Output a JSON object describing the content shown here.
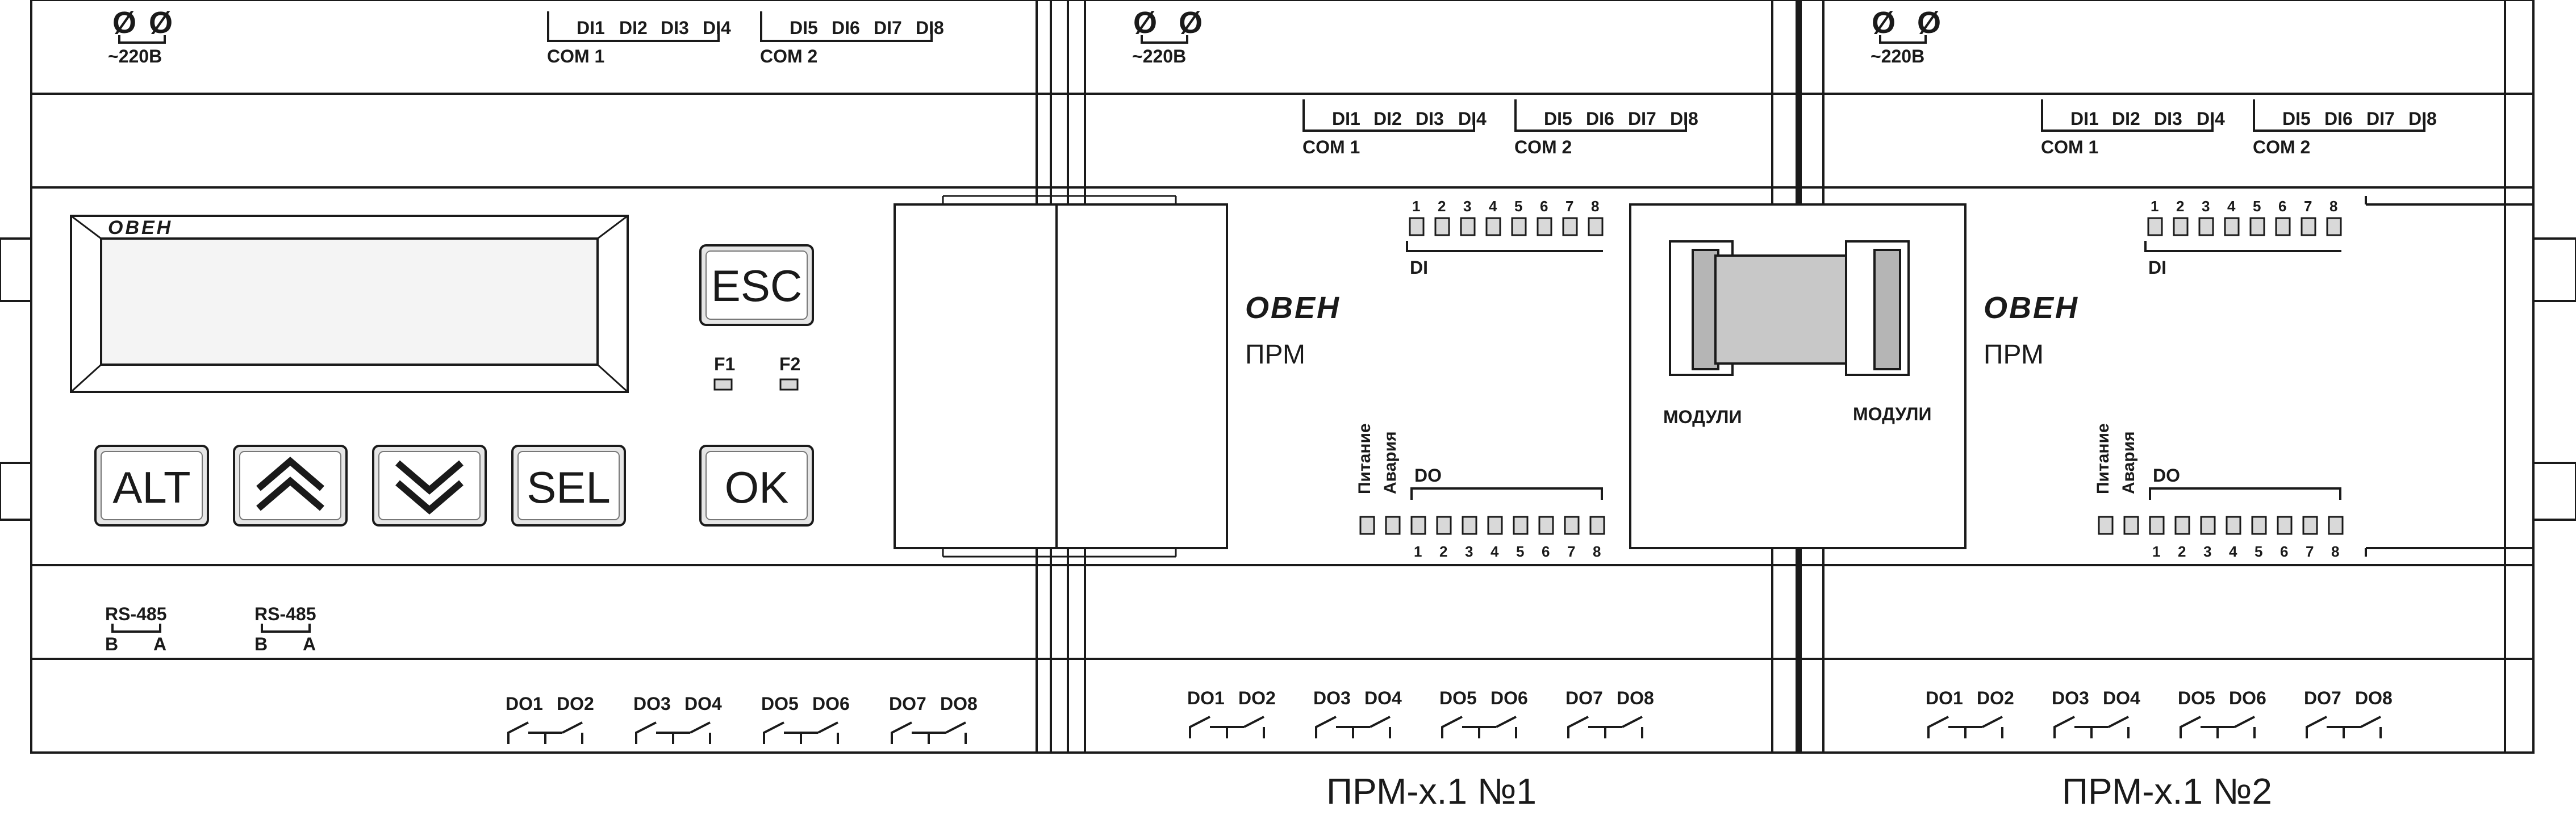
{
  "terminals": {
    "power_label": "~220В",
    "power_symbol": "Ø",
    "com1": "COM 1",
    "com2": "COM 2",
    "di_group1": [
      "DI1",
      "DI2",
      "DI3",
      "DI4"
    ],
    "di_group2": [
      "DI5",
      "DI6",
      "DI7",
      "DI8"
    ],
    "do_pairs": [
      [
        "DO1",
        "DO2"
      ],
      [
        "DO3",
        "DO4"
      ],
      [
        "DO5",
        "DO6"
      ],
      [
        "DO7",
        "DO8"
      ]
    ],
    "rs485_label": "RS-485",
    "rs485_pins": [
      "B",
      "A"
    ]
  },
  "controller": {
    "brand": "ОВЕН",
    "buttons": {
      "esc": "ESC",
      "ok": "OK",
      "alt": "ALT",
      "sel": "SEL",
      "up": "up-arrow",
      "down": "down-arrow"
    },
    "led_f1": "F1",
    "led_f2": "F2"
  },
  "module": {
    "brand": "ОВЕН",
    "name": "ПРМ",
    "di_label": "DI",
    "do_label": "DO",
    "led_numbers": [
      "1",
      "2",
      "3",
      "4",
      "5",
      "6",
      "7",
      "8"
    ],
    "power_led_label": "Питание",
    "alarm_led_label": "Авария",
    "modules_label": "МОДУЛИ"
  },
  "captions": {
    "module1": "ПРМ-х.1 №1",
    "module2": "ПРМ-х.1 №2"
  },
  "colors": {
    "line": "#1a1a1a",
    "panel": "#f0f0f0",
    "led": "#d9d9d9",
    "connector": "#c8c8c8",
    "button": "#e6e6e6"
  }
}
